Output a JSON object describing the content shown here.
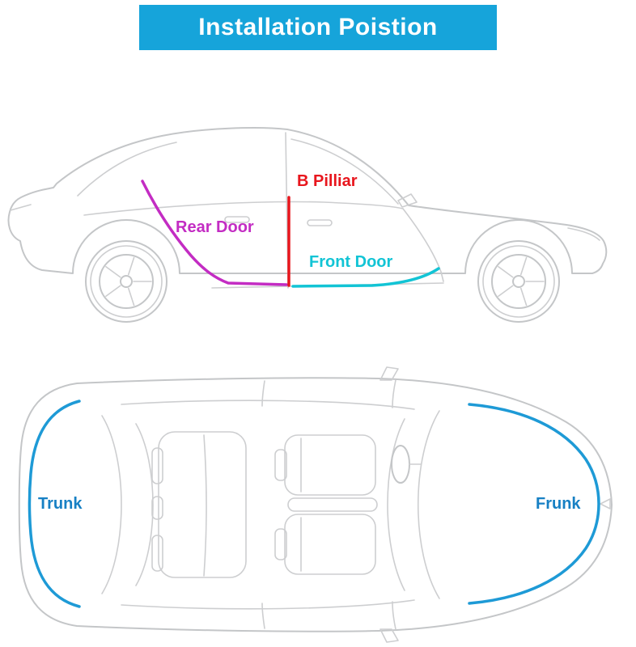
{
  "header": {
    "title": "Installation Poistion",
    "background_color": "#16a4da",
    "text_color": "#ffffff"
  },
  "side_view": {
    "description": "Car side profile showing door seal installation positions",
    "labels": {
      "b_pillar": {
        "text": "B Pilliar",
        "color": "#e8161d"
      },
      "rear_door": {
        "text": "Rear Door",
        "color": "#c32cc3"
      },
      "front_door": {
        "text": "Front Door",
        "color": "#12c4d5"
      }
    }
  },
  "top_view": {
    "description": "Car top view showing trunk and frunk seal installation positions",
    "labels": {
      "trunk": {
        "text": "Trunk",
        "color": "#1780c4"
      },
      "frunk": {
        "text": "Frunk",
        "color": "#1780c4"
      }
    }
  },
  "colors": {
    "car_outline": "#c4c6c8",
    "seal_rear_door": "#c32cc3",
    "seal_b_pillar": "#e8161d",
    "seal_front_door": "#12c4d5",
    "seal_trunk": "#1e9ad6",
    "seal_frunk": "#1e9ad6"
  }
}
